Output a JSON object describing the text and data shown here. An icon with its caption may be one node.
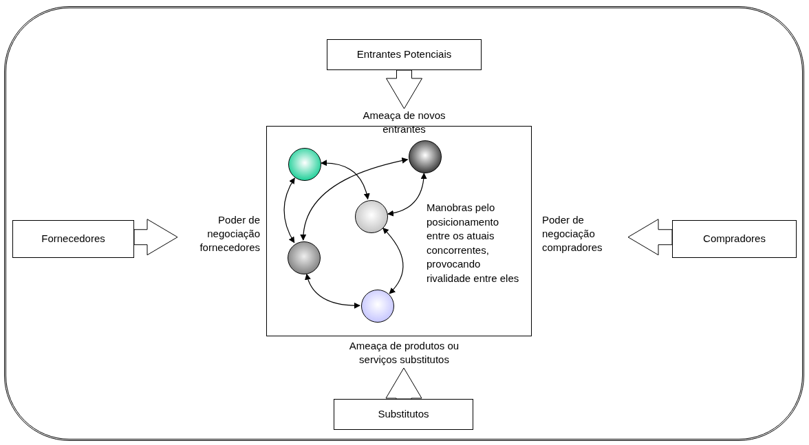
{
  "diagram": {
    "nodes": [
      {
        "text": [
          "Entrantes Potenciais"
        ]
      },
      {
        "text": [
          "Ameaça de novos entrantes"
        ]
      },
      {
        "text": [
          "Fornecedores"
        ]
      },
      {
        "text": [
          "Poder de negociação fornecedores"
        ]
      },
      {
        "text": [
          "Manobras pelo posicionamento entre os atuais concorrentes, provocando rivalidade entre eles"
        ]
      },
      {
        "text": [],
        "shape": "circle",
        "in": 4
      },
      {
        "text": [],
        "shape": "circle",
        "in": 4
      },
      {
        "text": [],
        "shape": "circle",
        "in": 4
      },
      {
        "text": [],
        "shape": "circle",
        "in": 4
      },
      {
        "text": [],
        "shape": "circle",
        "in": 4
      },
      {
        "text": [
          "Poder de negociação compradores"
        ]
      },
      {
        "text": [
          "Compradores"
        ]
      },
      {
        "text": [
          "Ameaça de produtos ou serviços substitutos"
        ]
      },
      {
        "text": [
          "Substitutos"
        ]
      }
    ],
    "edges": [
      {
        "from": 0,
        "to": 1,
        "arrow": "to"
      },
      {
        "from": 2,
        "to": 3,
        "arrow": "to"
      },
      {
        "from": 11,
        "to": 10,
        "arrow": "to"
      },
      {
        "from": 13,
        "to": 12,
        "arrow": "to"
      },
      {
        "from": 5,
        "to": 8,
        "arrow": "both"
      },
      {
        "from": 5,
        "to": 7,
        "arrow": "both"
      },
      {
        "from": 6,
        "to": 8,
        "arrow": "both"
      },
      {
        "from": 6,
        "to": 7,
        "arrow": "both"
      },
      {
        "from": 7,
        "to": 9,
        "arrow": "both"
      },
      {
        "from": 8,
        "to": 9,
        "arrow": "both"
      }
    ]
  }
}
